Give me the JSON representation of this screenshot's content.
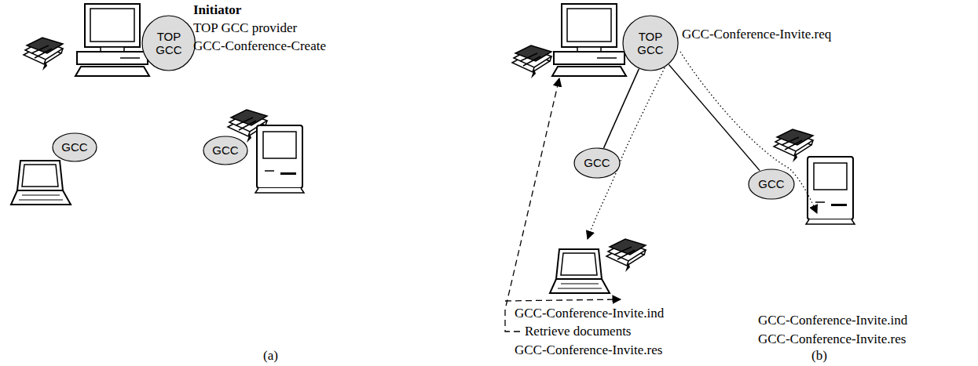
{
  "diagram": {
    "nodes": [
      {
        "text": [
          "TOP GCC"
        ]
      },
      {
        "text": [
          "GCC"
        ]
      },
      {
        "text": [
          "GCC"
        ]
      },
      {
        "text": [
          "TOP GCC"
        ]
      },
      {
        "text": [
          "GCC"
        ]
      },
      {
        "text": [
          "GCC"
        ]
      }
    ],
    "edges": [
      {
        "from": 3,
        "to": 4,
        "arrow": "none"
      },
      {
        "from": 3,
        "to": 5,
        "arrow": "none"
      }
    ],
    "labels": [
      "Initiator",
      "TOP GCC provider",
      "GCC-Conference-Create",
      "GCC-Conference-Invite.req",
      "GCC-Conference-Invite.ind",
      "Retrieve documents",
      "GCC-Conference-Invite.res",
      "GCC-Conference-Invite.ind",
      "GCC-Conference-Invite.res",
      "(a)",
      "(b)"
    ]
  }
}
